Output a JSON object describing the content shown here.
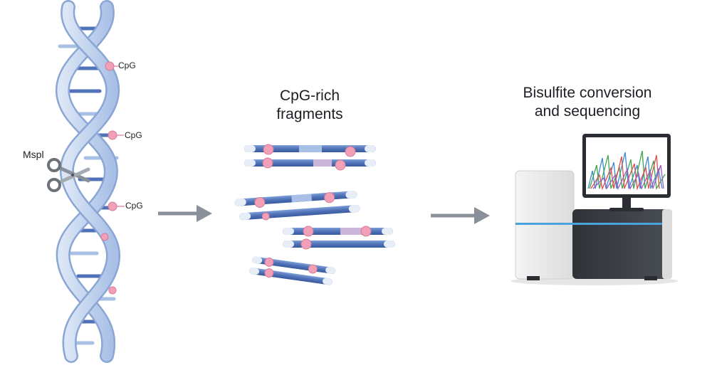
{
  "diagram": {
    "dna_labels": [
      "CpG",
      "CpG",
      "CpG"
    ],
    "enzyme_label": "Mspl",
    "fragments_title_line1": "CpG-rich",
    "fragments_title_line2": "fragments",
    "sequencing_title_line1": "Bisulfite conversion",
    "sequencing_title_line2": "and sequencing"
  },
  "colors": {
    "dna_backbone": "#bcd0ee",
    "dna_backbone_edge": "#8aa6d4",
    "base_pair_dark": "#4f72b8",
    "base_pair_light": "#a9c0e6",
    "cpg_site": "#f1a0b8",
    "arrow": "#8a9099",
    "sequencer_body": "#3b3f45",
    "sequencer_panel": "#ececec",
    "accent_line": "#4aa3df"
  },
  "icons": {
    "enzyme_tool": "scissors-icon",
    "flow_arrow": "right-arrow-icon",
    "instrument": "sequencer-machine-icon",
    "monitor_trace": "chromatogram-trace"
  }
}
